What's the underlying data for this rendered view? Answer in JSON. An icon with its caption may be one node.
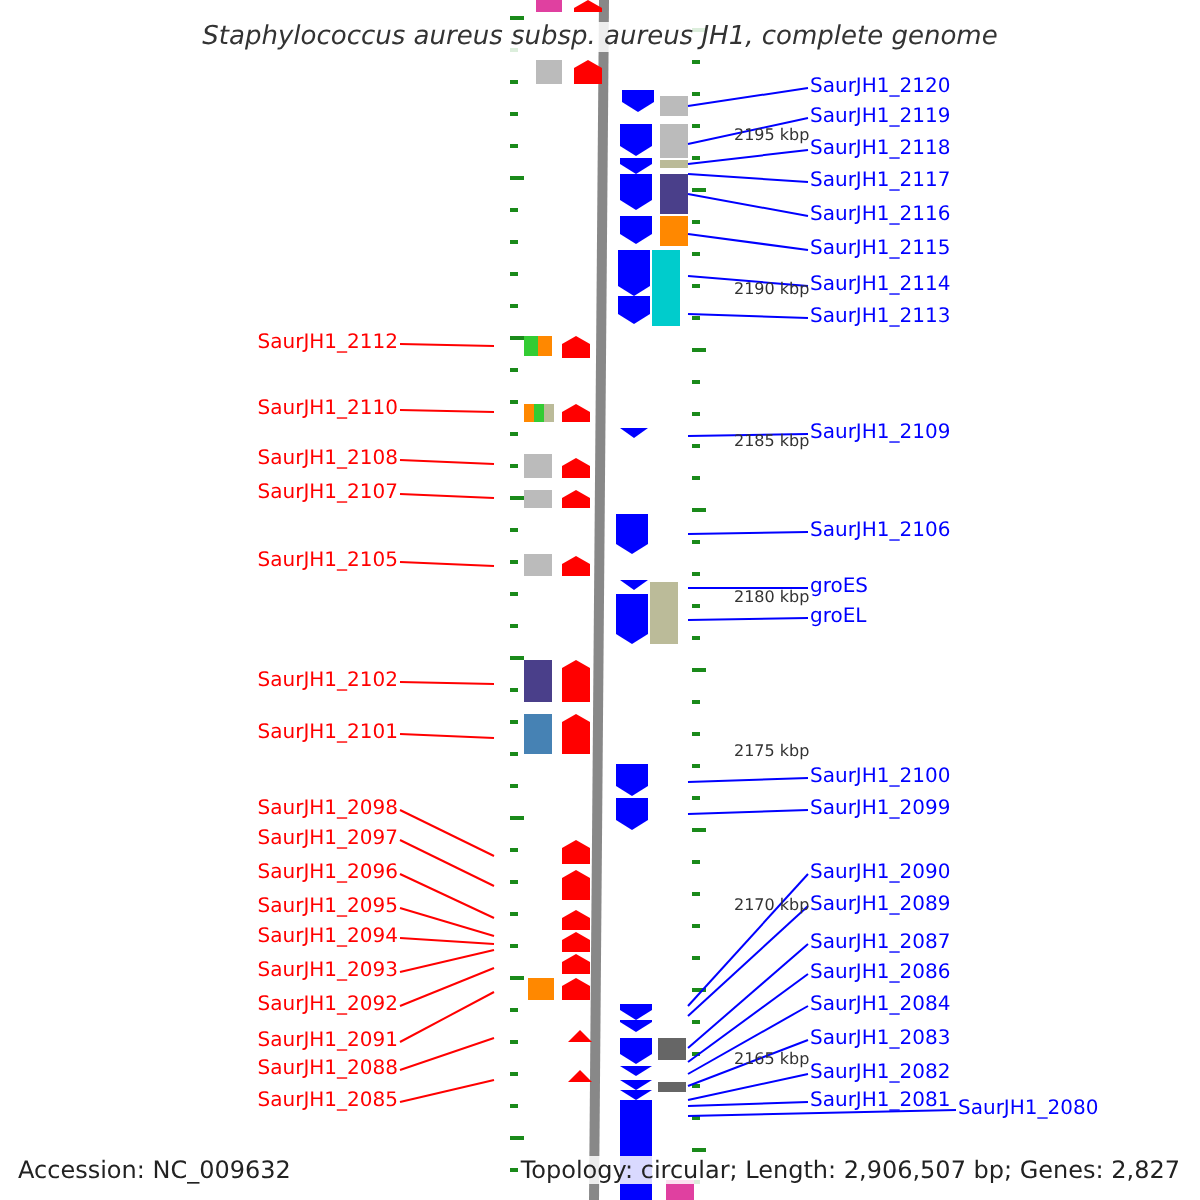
{
  "diagram": {
    "title": "Staphylococcus aureus subsp. aureus JH1, complete genome",
    "nodes": [
      {
        "text": [
          "SaurJH1_2112"
        ]
      },
      {
        "text": [
          "SaurJH1_2110"
        ]
      },
      {
        "text": [
          "SaurJH1_2108"
        ]
      },
      {
        "text": [
          "SaurJH1_2107"
        ]
      },
      {
        "text": [
          "SaurJH1_2105"
        ]
      },
      {
        "text": [
          "SaurJH1_2102"
        ]
      },
      {
        "text": [
          "SaurJH1_2101"
        ]
      },
      {
        "text": [
          "SaurJH1_2098"
        ]
      },
      {
        "text": [
          "SaurJH1_2097"
        ]
      },
      {
        "text": [
          "SaurJH1_2096"
        ]
      },
      {
        "text": [
          "SaurJH1_2095"
        ]
      },
      {
        "text": [
          "SaurJH1_2094"
        ]
      },
      {
        "text": [
          "SaurJH1_2093"
        ]
      },
      {
        "text": [
          "SaurJH1_2092"
        ]
      },
      {
        "text": [
          "SaurJH1_2091"
        ]
      },
      {
        "text": [
          "SaurJH1_2088"
        ]
      },
      {
        "text": [
          "SaurJH1_2085"
        ]
      },
      {
        "text": [
          "SaurJH1_2120"
        ]
      },
      {
        "text": [
          "SaurJH1_2119"
        ]
      },
      {
        "text": [
          "SaurJH1_2118"
        ]
      },
      {
        "text": [
          "SaurJH1_2117"
        ]
      },
      {
        "text": [
          "SaurJH1_2116"
        ]
      },
      {
        "text": [
          "SaurJH1_2115"
        ]
      },
      {
        "text": [
          "SaurJH1_2114"
        ]
      },
      {
        "text": [
          "SaurJH1_2113"
        ]
      },
      {
        "text": [
          "SaurJH1_2109"
        ]
      },
      {
        "text": [
          "SaurJH1_2106"
        ]
      },
      {
        "text": [
          "groES"
        ]
      },
      {
        "text": [
          "groEL"
        ]
      },
      {
        "text": [
          "SaurJH1_2100"
        ]
      },
      {
        "text": [
          "SaurJH1_2099"
        ]
      },
      {
        "text": [
          "SaurJH1_2090"
        ]
      },
      {
        "text": [
          "SaurJH1_2089"
        ]
      },
      {
        "text": [
          "SaurJH1_2087"
        ]
      },
      {
        "text": [
          "SaurJH1_2086"
        ]
      },
      {
        "text": [
          "SaurJH1_2084"
        ]
      },
      {
        "text": [
          "SaurJH1_2083"
        ]
      },
      {
        "text": [
          "SaurJH1_2082"
        ]
      },
      {
        "text": [
          "SaurJH1_2081"
        ]
      },
      {
        "text": [
          "SaurJH1_2080"
        ]
      }
    ],
    "edges": [
      {
        "from": 0,
        "to": null,
        "arrow": "none",
        "color": "#ff0000"
      },
      {
        "from": 1,
        "to": null,
        "arrow": "none",
        "color": "#ff0000"
      },
      {
        "from": 2,
        "to": null,
        "arrow": "none",
        "color": "#ff0000"
      },
      {
        "from": 3,
        "to": null,
        "arrow": "none",
        "color": "#ff0000"
      },
      {
        "from": 4,
        "to": null,
        "arrow": "none",
        "color": "#ff0000"
      },
      {
        "from": 5,
        "to": null,
        "arrow": "none",
        "color": "#ff0000"
      },
      {
        "from": 6,
        "to": null,
        "arrow": "none",
        "color": "#ff0000"
      },
      {
        "from": 7,
        "to": null,
        "arrow": "none",
        "color": "#ff0000"
      },
      {
        "from": 8,
        "to": null,
        "arrow": "none",
        "color": "#ff0000"
      },
      {
        "from": 9,
        "to": null,
        "arrow": "none",
        "color": "#ff0000"
      },
      {
        "from": 10,
        "to": null,
        "arrow": "none",
        "color": "#ff0000"
      },
      {
        "from": 11,
        "to": null,
        "arrow": "none",
        "color": "#ff0000"
      },
      {
        "from": 12,
        "to": null,
        "arrow": "none",
        "color": "#ff0000"
      },
      {
        "from": 13,
        "to": null,
        "arrow": "none",
        "color": "#ff0000"
      },
      {
        "from": 14,
        "to": null,
        "arrow": "none",
        "color": "#ff0000"
      },
      {
        "from": 15,
        "to": null,
        "arrow": "none",
        "color": "#ff0000"
      },
      {
        "from": 16,
        "to": null,
        "arrow": "none",
        "color": "#ff0000"
      },
      {
        "from": 17,
        "to": null,
        "arrow": "none"
      },
      {
        "from": 18,
        "to": null,
        "arrow": "none"
      },
      {
        "from": 19,
        "to": null,
        "arrow": "none"
      },
      {
        "from": 20,
        "to": null,
        "arrow": "none"
      },
      {
        "from": 21,
        "to": null,
        "arrow": "none"
      },
      {
        "from": 22,
        "to": null,
        "arrow": "none"
      },
      {
        "from": 23,
        "to": null,
        "arrow": "none"
      },
      {
        "from": 24,
        "to": null,
        "arrow": "none"
      },
      {
        "from": 25,
        "to": null,
        "arrow": "none"
      },
      {
        "from": 26,
        "to": null,
        "arrow": "none"
      },
      {
        "from": 27,
        "to": null,
        "arrow": "none"
      },
      {
        "from": 28,
        "to": null,
        "arrow": "none"
      },
      {
        "from": 29,
        "to": null,
        "arrow": "none"
      },
      {
        "from": 30,
        "to": null,
        "arrow": "none"
      },
      {
        "from": 31,
        "to": null,
        "arrow": "none"
      },
      {
        "from": 32,
        "to": null,
        "arrow": "none"
      },
      {
        "from": 33,
        "to": null,
        "arrow": "none"
      },
      {
        "from": 34,
        "to": null,
        "arrow": "none"
      },
      {
        "from": 35,
        "to": null,
        "arrow": "none"
      },
      {
        "from": 36,
        "to": null,
        "arrow": "none"
      },
      {
        "from": 37,
        "to": null,
        "arrow": "none"
      },
      {
        "from": 38,
        "to": null,
        "arrow": "none"
      },
      {
        "from": 39,
        "to": null,
        "arrow": "none"
      }
    ],
    "labels": [
      "2195 kbp",
      "2190 kbp",
      "2185 kbp",
      "2180 kbp",
      "2175 kbp",
      "2170 kbp",
      "2165 kbp",
      "Accession: NC_009632",
      "Topology: circular; Length: 2,906,507 bp; Genes: 2,827"
    ]
  }
}
